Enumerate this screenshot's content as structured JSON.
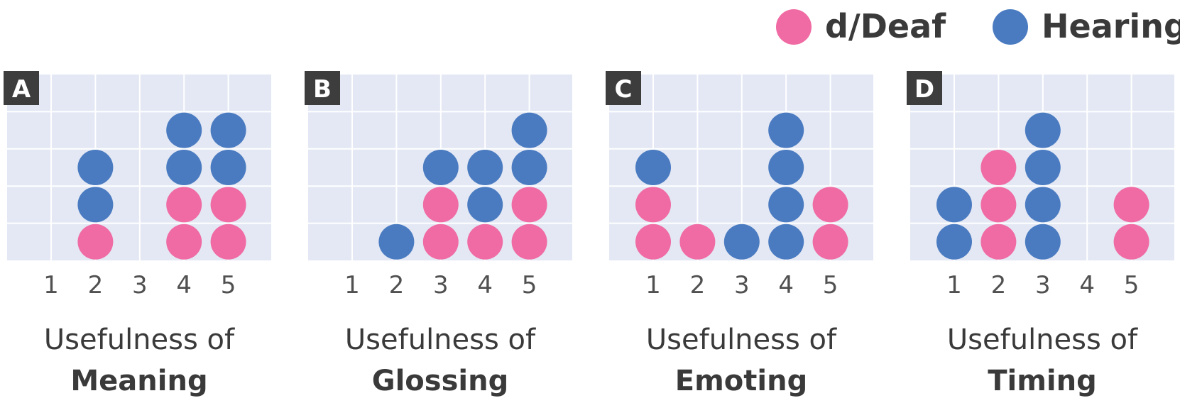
{
  "legend": [
    {
      "label": "d/Deaf",
      "color": "#f06ba3"
    },
    {
      "label": "Hearing",
      "color": "#4a7bc1"
    }
  ],
  "colors": {
    "panel_bg": "#e3e8f4",
    "grid": "#ffffff",
    "badge_bg": "#3d3d3d",
    "badge_text": "#ffffff",
    "tick_text": "#505050",
    "label_text": "#3a3a3a"
  },
  "chart_data": [
    {
      "type": "dot-stack",
      "panel": "A",
      "xlabel_line1": "Usefulness of",
      "xlabel_line2": "Meaning",
      "categories": [
        1,
        2,
        3,
        4,
        5
      ],
      "ylim": [
        0,
        5
      ],
      "grid": true,
      "series": [
        {
          "name": "d/Deaf",
          "values": [
            0,
            1,
            0,
            2,
            2
          ]
        },
        {
          "name": "Hearing",
          "values": [
            0,
            2,
            0,
            2,
            2
          ]
        }
      ]
    },
    {
      "type": "dot-stack",
      "panel": "B",
      "xlabel_line1": "Usefulness of",
      "xlabel_line2": "Glossing",
      "categories": [
        1,
        2,
        3,
        4,
        5
      ],
      "ylim": [
        0,
        5
      ],
      "grid": true,
      "series": [
        {
          "name": "d/Deaf",
          "values": [
            0,
            0,
            2,
            1,
            2
          ]
        },
        {
          "name": "Hearing",
          "values": [
            0,
            1,
            1,
            2,
            2
          ]
        }
      ]
    },
    {
      "type": "dot-stack",
      "panel": "C",
      "xlabel_line1": "Usefulness of",
      "xlabel_line2": "Emoting",
      "categories": [
        1,
        2,
        3,
        4,
        5
      ],
      "ylim": [
        0,
        5
      ],
      "grid": true,
      "series": [
        {
          "name": "d/Deaf",
          "values": [
            2,
            1,
            0,
            0,
            2
          ]
        },
        {
          "name": "Hearing",
          "values": [
            1,
            0,
            1,
            4,
            0
          ]
        }
      ]
    },
    {
      "type": "dot-stack",
      "panel": "D",
      "xlabel_line1": "Usefulness of",
      "xlabel_line2": "Timing",
      "categories": [
        1,
        2,
        3,
        4,
        5
      ],
      "ylim": [
        0,
        5
      ],
      "grid": true,
      "series": [
        {
          "name": "d/Deaf",
          "values": [
            0,
            3,
            0,
            0,
            2
          ]
        },
        {
          "name": "Hearing",
          "values": [
            2,
            0,
            4,
            0,
            0
          ]
        }
      ]
    }
  ]
}
